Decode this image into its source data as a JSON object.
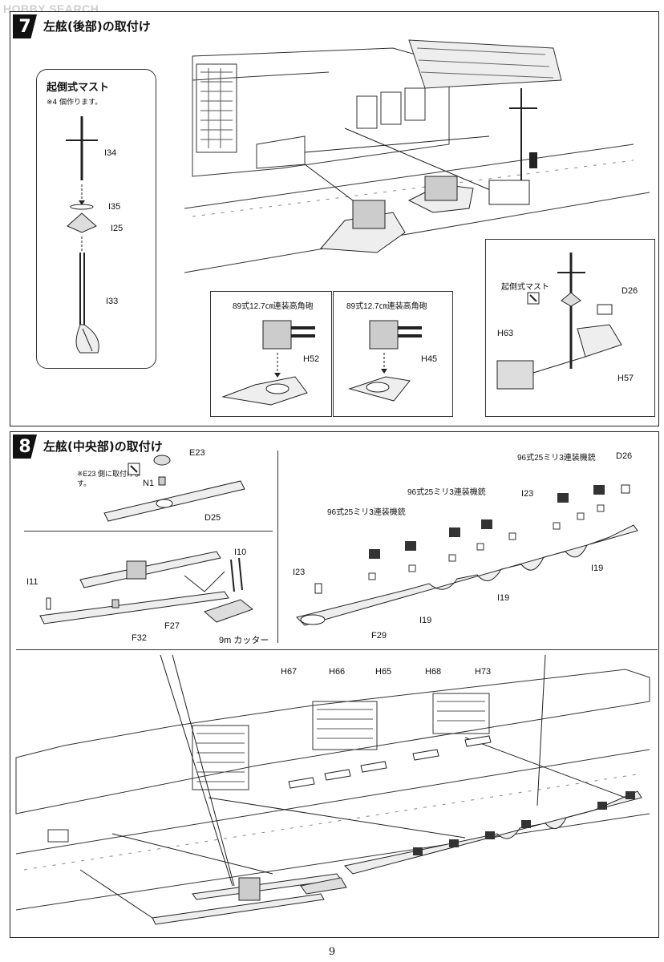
{
  "watermark": "HOBBY SEARCH",
  "step7": {
    "number": "7",
    "title": "左舷(後部)の取付け",
    "mast_inset": {
      "title": "起倒式マスト",
      "note": "※4 個作ります。",
      "parts": [
        "I34",
        "I35",
        "I25",
        "I33"
      ]
    },
    "gun_panel_left": {
      "title": "89式12.7㎝連装高角砲",
      "part": "H52"
    },
    "gun_panel_right": {
      "title": "89式12.7㎝連装高角砲",
      "part": "H45"
    },
    "mast_panel": {
      "mast_label": "起倒式マスト",
      "parts": [
        "D26",
        "H63",
        "H57"
      ]
    }
  },
  "step8": {
    "number": "8",
    "title": "左舷(中央部)の取付け",
    "upper_left": {
      "note": "※E23 側に取付けます。",
      "parts": [
        "E23",
        "N1",
        "D25"
      ]
    },
    "lower_left": {
      "parts": [
        "I10",
        "I11",
        "F27",
        "F32"
      ],
      "cutter": "9m カッター"
    },
    "right": {
      "gun_labels": [
        "96式25ミリ3連装機銃",
        "96式25ミリ3連装機銃",
        "96式25ミリ3連装機銃"
      ],
      "parts": [
        "D26",
        "I23",
        "I23",
        "I19",
        "I19",
        "I19",
        "F29"
      ]
    },
    "bottom_parts": [
      "H67",
      "H66",
      "H65",
      "H68",
      "H73"
    ]
  },
  "page_number": "9"
}
